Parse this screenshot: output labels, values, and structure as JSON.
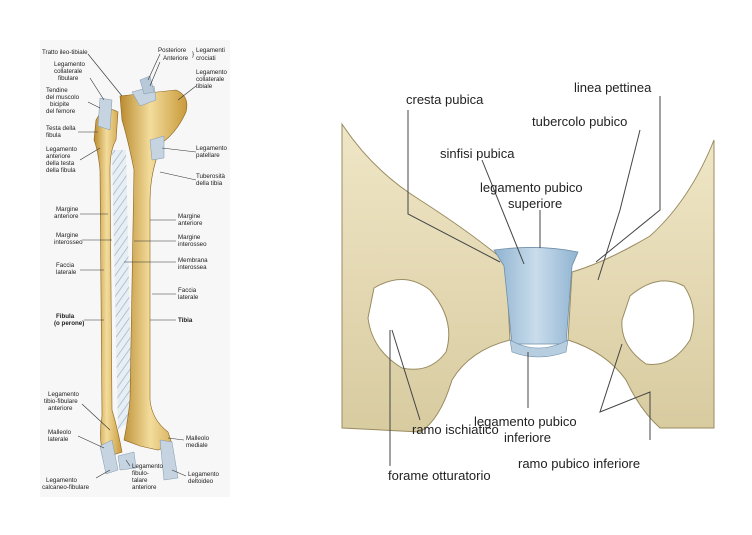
{
  "leg_labels": {
    "tratto_ileo_tibiale": "Tratto ileo-tibiale",
    "posteriore": "Posteriore",
    "anteriore_top": "Anteriore",
    "legamenti": "Legamenti",
    "crociati": "crociati",
    "leg_coll_fib_1": "Legamento",
    "leg_coll_fib_2": "collaterale",
    "leg_coll_fib_3": "fibulare",
    "tendine_1": "Tendine",
    "tendine_2": "del muscolo",
    "tendine_3": "bicipite",
    "tendine_4": "del femore",
    "leg_coll_tib_1": "Legamento",
    "leg_coll_tib_2": "collaterale",
    "leg_coll_tib_3": "tibiale",
    "testa_fibula_1": "Testa della",
    "testa_fibula_2": "fibula",
    "leg_patellare_1": "Legamento",
    "leg_patellare_2": "patellare",
    "leg_ant_testa_1": "Legamento",
    "leg_ant_testa_2": "anteriore",
    "leg_ant_testa_3": "della testa",
    "leg_ant_testa_4": "della fibula",
    "tuberosita_1": "Tuberosità",
    "tuberosita_2": "della tibia",
    "margine_ant_l_1": "Margine",
    "margine_ant_l_2": "anteriore",
    "margine_ant_r_1": "Margine",
    "margine_ant_r_2": "anteriore",
    "margine_int_l_1": "Margine",
    "margine_int_l_2": "interosseo",
    "margine_int_r_1": "Margine",
    "margine_int_r_2": "interosseo",
    "faccia_lat_l_1": "Faccia",
    "faccia_lat_l_2": "laterale",
    "membrana_1": "Membrana",
    "membrana_2": "interossea",
    "faccia_lat_r_1": "Faccia",
    "faccia_lat_r_2": "laterale",
    "fibula_1": "Fibula",
    "fibula_2": "(o perone)",
    "tibia": "Tibia",
    "leg_tib_fib_1": "Legamento",
    "leg_tib_fib_2": "tibio-fibulare",
    "leg_tib_fib_3": "anteriore",
    "malleolo_lat_1": "Malleolo",
    "malleolo_lat_2": "laterale",
    "malleolo_med_1": "Malleolo",
    "malleolo_med_2": "mediale",
    "leg_fib_tal_1": "Legamento",
    "leg_fib_tal_2": "fibulo-",
    "leg_fib_tal_3": "talare",
    "leg_fib_tal_4": "anteriore",
    "leg_deltoideo_1": "Legamento",
    "leg_deltoideo_2": "deltoideo",
    "leg_calc_fib_1": "Legamento",
    "leg_calc_fib_2": "calcaneo-fibulare"
  },
  "pelvis_labels": {
    "cresta_pubica": "cresta pubica",
    "linea_pettinea": "linea pettinea",
    "tubercolo_pubico": "tubercolo pubico",
    "sinfisi_pubica": "sinfisi pubica",
    "leg_pubico_sup_1": "legamento pubico",
    "leg_pubico_sup_2": "superiore",
    "leg_pubico_inf_1": "legamento pubico",
    "leg_pubico_inf_2": "inferiore",
    "ramo_ischiatico": "ramo ischiatico",
    "ramo_pubico_inferiore": "ramo pubico inferiore",
    "forame_otturatorio": "forame otturatorio"
  }
}
